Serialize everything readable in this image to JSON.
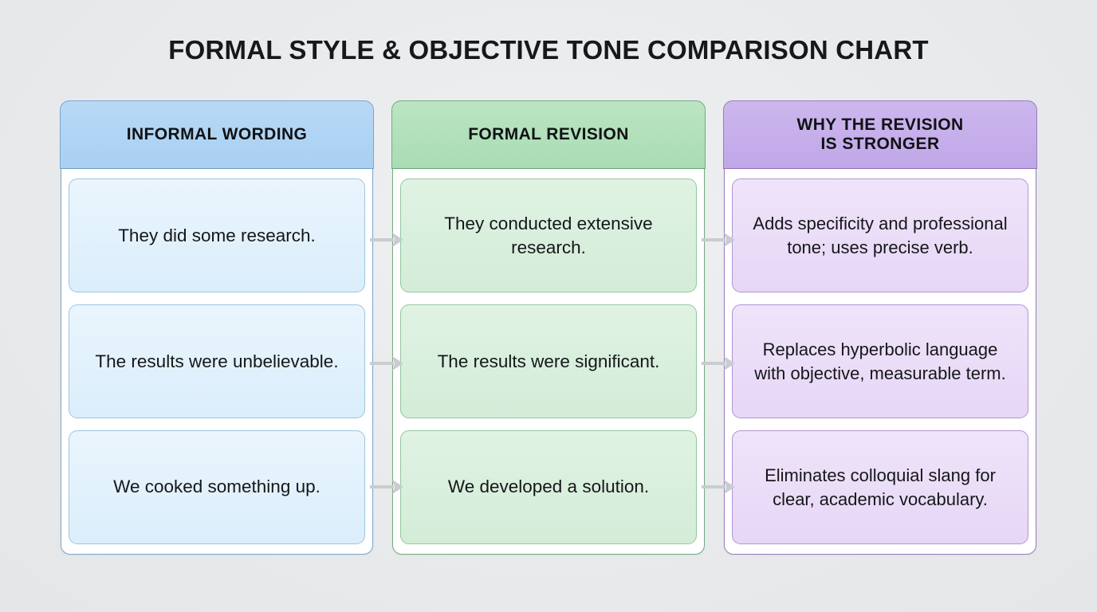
{
  "page": {
    "title": "FORMAL STYLE & OBJECTIVE TONE COMPARISON CHART",
    "background_color": "#e8eaec"
  },
  "chart_data": {
    "type": "table",
    "title": "FORMAL STYLE & OBJECTIVE TONE COMPARISON CHART",
    "columns": [
      {
        "key": "informal",
        "header": "INFORMAL WORDING",
        "accent": "#7ba7cf",
        "header_fill": "#afd4f3",
        "cell_fill": "#e2f1fc"
      },
      {
        "key": "formal",
        "header": "FORMAL REVISION",
        "accent": "#73ac7f",
        "header_fill": "#b1e0ba",
        "cell_fill": "#d9efdd"
      },
      {
        "key": "why",
        "header": "WHY THE REVISION IS STRONGER",
        "accent": "#9b7cc0",
        "header_fill": "#c6aeea",
        "cell_fill": "#eaddf8"
      }
    ],
    "rows": [
      {
        "informal": "They did some research.",
        "formal": "They conducted extensive research.",
        "why": "Adds specificity and professional tone; uses precise verb."
      },
      {
        "informal": "The results were unbelievable.",
        "formal": "The results were significant.",
        "why": "Replaces hyperbolic language with objective, measurable term."
      },
      {
        "informal": "We cooked something up.",
        "formal": "We developed a solution.",
        "why": "Eliminates colloquial slang for clear, academic vocabulary."
      }
    ],
    "connectors": {
      "glyph": "arrow-right",
      "color": "#c9ccd0",
      "count": 6,
      "direction": "left-to-right"
    }
  },
  "columns": {
    "informal": {
      "header": "INFORMAL WORDING"
    },
    "formal": {
      "header": "FORMAL REVISION"
    },
    "why": {
      "header_line1": "WHY THE REVISION",
      "header_line2": "IS STRONGER"
    }
  },
  "cells": {
    "informal": [
      "They did some research.",
      "The results were unbelievable.",
      "We cooked something up."
    ],
    "formal": [
      "They conducted extensive research.",
      "The results were significant.",
      "We developed a solution."
    ],
    "why": [
      "Adds specificity and professional tone; uses precise verb.",
      "Replaces hyperbolic language with objective, measurable term.",
      "Eliminates colloquial slang for clear, academic vocabulary."
    ]
  }
}
